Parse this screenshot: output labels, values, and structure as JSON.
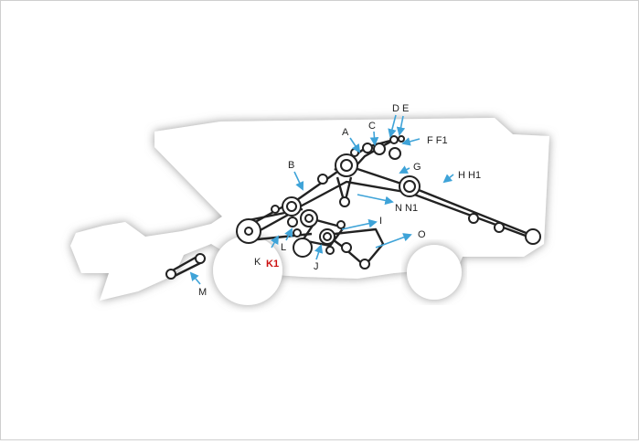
{
  "labels": {
    "A": "A",
    "B": "B",
    "C": "C",
    "DE": "D E",
    "FF1": "F  F1",
    "G": "G",
    "HH1": "H H1",
    "I": "I",
    "J": "J",
    "K": "K",
    "K1": "K1",
    "L": "L",
    "M": "M",
    "NN1": "N N1",
    "O": "O"
  },
  "colors": {
    "arrow": "#3ea3d8",
    "label_highlight": "#cc1111",
    "belt": "#222222",
    "silhouette_shadow": "#8a8a8a"
  }
}
